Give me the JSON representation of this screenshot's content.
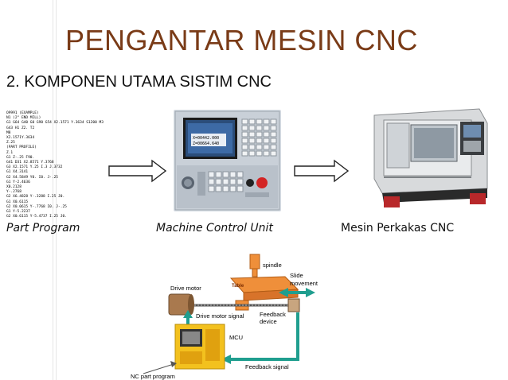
{
  "slide": {
    "title": "PENGANTAR MESIN CNC",
    "subtitle": "2. KOMPONEN UTAMA SISTIM CNC"
  },
  "captions": {
    "part_program": "Part Program",
    "mcu": "Machine Control Unit",
    "machine": "Mesin Perkakas CNC"
  },
  "part_program_lines": [
    "O9991 (EXAMPLE)",
    "N1 (2\" END MILL)",
    "G1 G64 G40 G0 G90 G54 X2.1571 Y.3634 S1200 M3",
    "G43 H1 Z2. T2",
    "M8",
    "X2.1571Y.3634",
    "Z.25",
    "(PART PROFILE)",
    "Z.1",
    "G1 Z-.25 F90.",
    "G41 D31 X2.8571 Y.3768",
    "G3 X2.1571 Y.25 I.3 J.3732",
    "G1 X4.3141",
    "G2 X4.5849 Y0. I0. J-.25",
    "G1 Y-2.4636",
    "X0.2128",
    "Y-.2768",
    "G2 X6.4828 Y-.3288 I.25 J0.",
    "G1 X0.6115",
    "G2 X0.0615 Y-.7768 I0. J-.25",
    "G1 Y-5.2237",
    "G2 X0.6115 Y-5.4737 I.25 J0."
  ],
  "mcu_screen": {
    "x_readout": "X=00442.000",
    "z_readout": "Z=00664.640"
  },
  "diagram": {
    "spindle": "spindle",
    "slide_movement_1": "Slide",
    "slide_movement_2": "movement",
    "drive_motor": "Drive motor",
    "table": "Table",
    "drive_motor_signal": "Drive motor signal",
    "feedback_device_1": "Feedback",
    "feedback_device_2": "device",
    "mcu": "MCU",
    "feedback_signal": "Feedback signal",
    "nc_part_program": "NC part program"
  },
  "colors": {
    "title": "#7a3b17",
    "table": "#ef8f3a",
    "mcu_box": "#f3c11e",
    "signal_arrow": "#1f9e8f"
  }
}
